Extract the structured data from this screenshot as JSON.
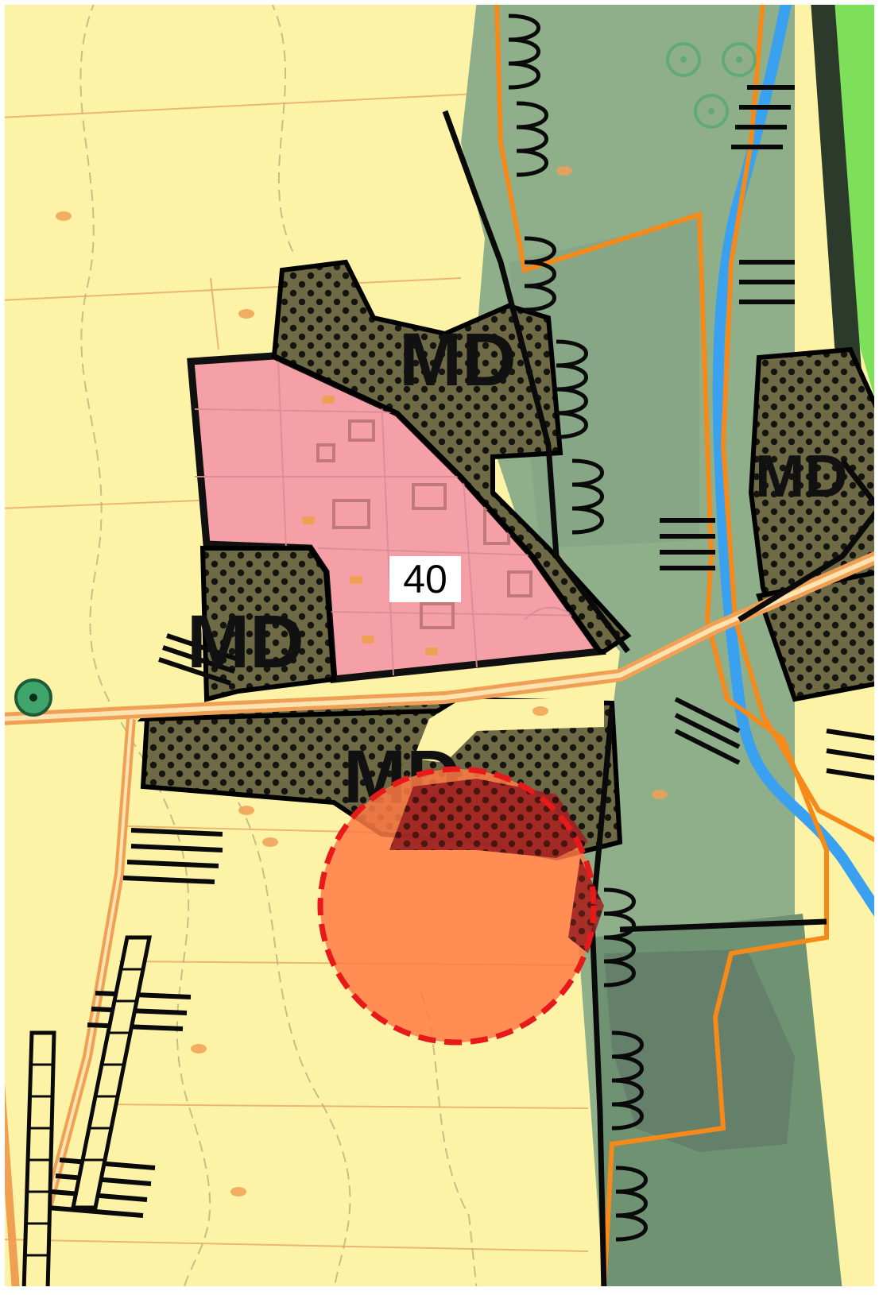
{
  "map": {
    "plot_label": "40",
    "zone_labels": [
      {
        "text": "MD"
      },
      {
        "text": "MD"
      },
      {
        "text": "MD"
      },
      {
        "text": "MD"
      }
    ],
    "colors": {
      "farmland": "#fdf3a6",
      "farmland_line": "#e6a15a",
      "meadow": "#8fae8a",
      "meadow_dark": "#6f9372",
      "meadow_shadow": "#5d7466",
      "forest_light": "#7ee05a",
      "residential_fill": "#f4a0a6",
      "residential_line": "#d88f95",
      "hatched_zone": "#6e6a45",
      "road": "#f0a055",
      "river": "#3aa0f0",
      "boundary": "#f58a1a",
      "marker_fill": "#ff7a45",
      "marker_border": "#e8191b",
      "tree_symbol": "#3fa56a"
    },
    "icons": [
      "tree-symbol-icon",
      "highlight-circle-marker"
    ]
  }
}
